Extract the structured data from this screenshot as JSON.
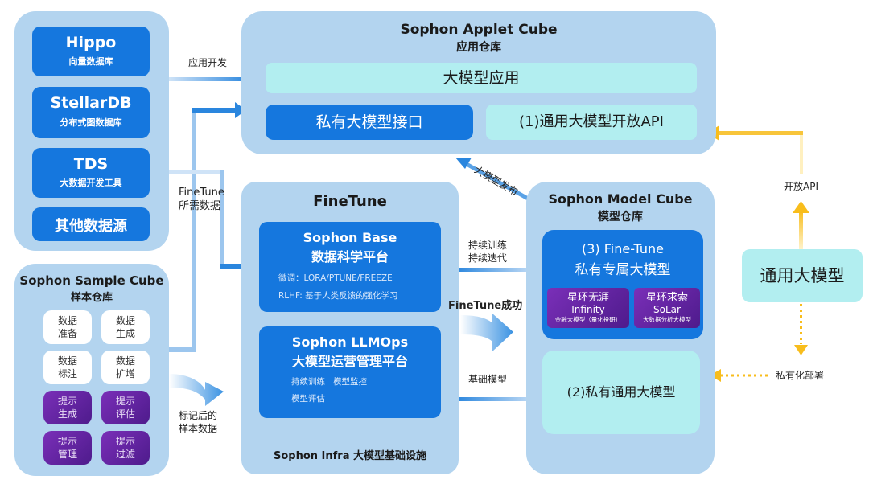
{
  "colors": {
    "panel": "#b3d4ef",
    "blue": "#1577de",
    "cyan": "#b2eef0",
    "purple": "#6a26a8",
    "arrow_blue": "#2a86de",
    "arrow_yellow": "#f8bd1c"
  },
  "data_sources": {
    "items": [
      {
        "title": "Hippo",
        "subtitle": "向量数据库"
      },
      {
        "title": "StellarDB",
        "subtitle": "分布式图数据库"
      },
      {
        "title": "TDS",
        "subtitle": "大数据开发工具"
      },
      {
        "title": "其他数据源",
        "subtitle": ""
      }
    ]
  },
  "sample_cube": {
    "title": "Sophon  Sample Cube",
    "subtitle": "样本仓库",
    "tiles": [
      {
        "line1": "数据",
        "line2": "准备",
        "style": "white"
      },
      {
        "line1": "数据",
        "line2": "生成",
        "style": "white"
      },
      {
        "line1": "数据",
        "line2": "标注",
        "style": "white"
      },
      {
        "line1": "数据",
        "line2": "扩增",
        "style": "white"
      },
      {
        "line1": "提示",
        "line2": "生成",
        "style": "purple"
      },
      {
        "line1": "提示",
        "line2": "评估",
        "style": "purple"
      },
      {
        "line1": "提示",
        "line2": "管理",
        "style": "purple"
      },
      {
        "line1": "提示",
        "line2": "过滤",
        "style": "purple"
      }
    ]
  },
  "applet_cube": {
    "title": "Sophon Applet Cube",
    "subtitle": "应用仓库",
    "app_bar": "大模型应用",
    "private_api": "私有大模型接口",
    "open_api": "(1)通用大模型开放API"
  },
  "finetune": {
    "title": "FineTune",
    "base": {
      "title": "Sophon Base",
      "subtitle": "数据科学平台",
      "line1": "微调：LORA/PTUNE/FREEZE",
      "line2": "RLHF: 基于人类反馈的强化学习"
    },
    "llmops": {
      "title": "Sophon LLMOps",
      "subtitle": "大模型运营管理平台",
      "line1": "持续训练   模型监控",
      "line2": "模型评估"
    },
    "infra": "Sophon Infra 大模型基础设施"
  },
  "model_cube": {
    "title": "Sophon Model Cube",
    "subtitle": "模型仓库",
    "finetune_box": {
      "title": "(3) Fine-Tune",
      "subtitle": "私有专属大模型"
    },
    "products": [
      {
        "name_cn": "星环无涯",
        "name_en": "Infinity",
        "desc": "金融大模型（量化投研）"
      },
      {
        "name_cn": "星环求索",
        "name_en": "SoLar",
        "desc": "大数据分析大模型"
      }
    ],
    "private_general": "(2)私有通用大模型"
  },
  "general_model": "通用大模型",
  "arrow_labels": {
    "app_dev": "应用开发",
    "finetune_data_1": "FineTune",
    "finetune_data_2": "所需数据",
    "labeled_1": "标记后的",
    "labeled_2": "样本数据",
    "publish": "大模型发布",
    "continuous_1": "持续训练",
    "continuous_2": "持续迭代",
    "success": "FineTune成功",
    "base_model": "基础模型",
    "open_api": "开放API",
    "private_deploy": "私有化部署"
  }
}
